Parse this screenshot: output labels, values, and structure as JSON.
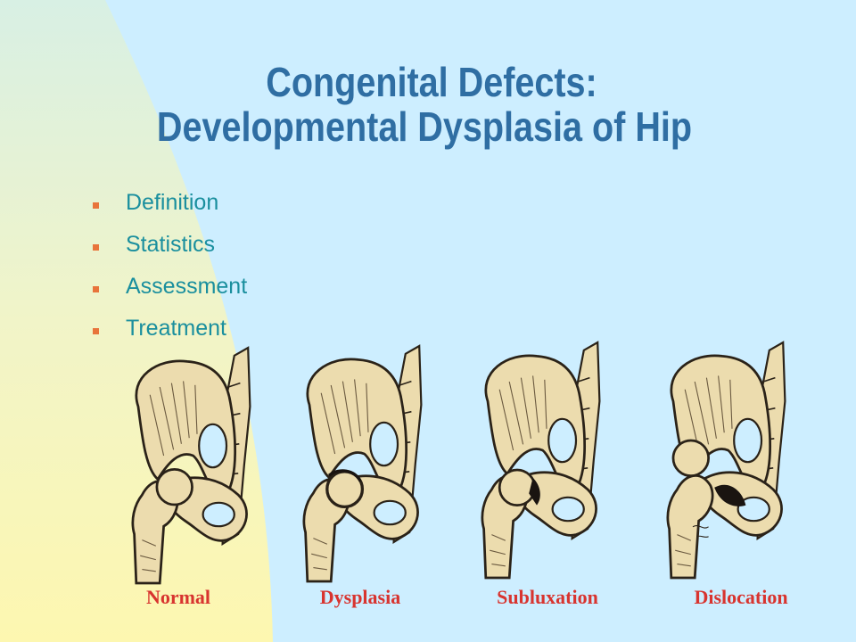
{
  "slide": {
    "title_line1": "Congenital Defects:",
    "title_line2": "Developmental Dysplasia of Hip",
    "bullets": [
      "Definition",
      "Statistics",
      "Assessment",
      "Treatment"
    ],
    "captions": [
      "Normal",
      "Dysplasia",
      "Subluxation",
      "Dislocation"
    ],
    "colors": {
      "background": "#cdeeff",
      "title": "#2f6ea3",
      "bullet_text": "#1a8f9e",
      "bullet_marker": "#e8743b",
      "caption": "#d8342f",
      "bone": "#ecdcae"
    }
  }
}
